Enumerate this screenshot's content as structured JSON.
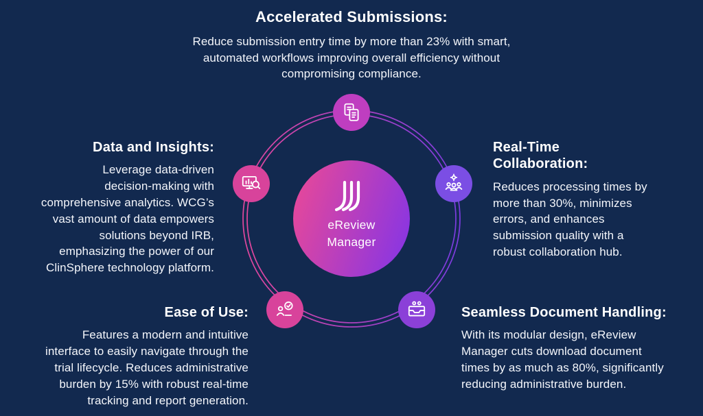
{
  "page": {
    "background_color": "#12294F"
  },
  "center_hub": {
    "logo_icon": "flow-lines-logo-icon",
    "product_name_line1": "eReview",
    "product_name_line2": "Manager",
    "gradient_start": "#E2479D",
    "gradient_end": "#8C36E0"
  },
  "ring": {
    "gradient_start": "#E2479D",
    "gradient_end": "#7C3CE0"
  },
  "features": [
    {
      "position": "top",
      "icon": "documents-icon",
      "badge_color": "#BF3EC0",
      "title": "Accelerated Submissions:",
      "body": "Reduce submission entry time by more than 23% with smart,\nautomated workflows improving overall efficiency without\ncompromising compliance."
    },
    {
      "position": "left",
      "icon": "analytics-monitor-icon",
      "badge_color": "#D8439B",
      "title": "Data and Insights:",
      "body": "Leverage data-driven\ndecision-making with\ncomprehensive analytics. WCG’s\nvast amount of data empowers\nsolutions beyond IRB,\nemphasizing the power of our\nClinSphere technology platform."
    },
    {
      "position": "right",
      "icon": "collaboration-people-icon",
      "badge_color": "#7B4EE4",
      "title": "Real-Time\nCollaboration:",
      "body": "Reduces processing times by\nmore than 30%, minimizes\nerrors, and enhances\nsubmission quality with a\nrobust collaboration hub."
    },
    {
      "position": "bottom-left",
      "icon": "user-check-icon",
      "badge_color": "#D8439B",
      "title": "Ease of Use:",
      "body": "Features a modern and intuitive\ninterface to easily navigate through the\ntrial lifecycle. Reduces administrative\nburden by 15% with robust real-time\ntracking and report generation."
    },
    {
      "position": "bottom-right",
      "icon": "document-inbox-icon",
      "badge_color": "#8B40D8",
      "title": "Seamless Document Handling:",
      "body": "With its modular design, eReview\nManager cuts download document\ntimes by as much as 80%, significantly\nreducing administrative burden."
    }
  ]
}
